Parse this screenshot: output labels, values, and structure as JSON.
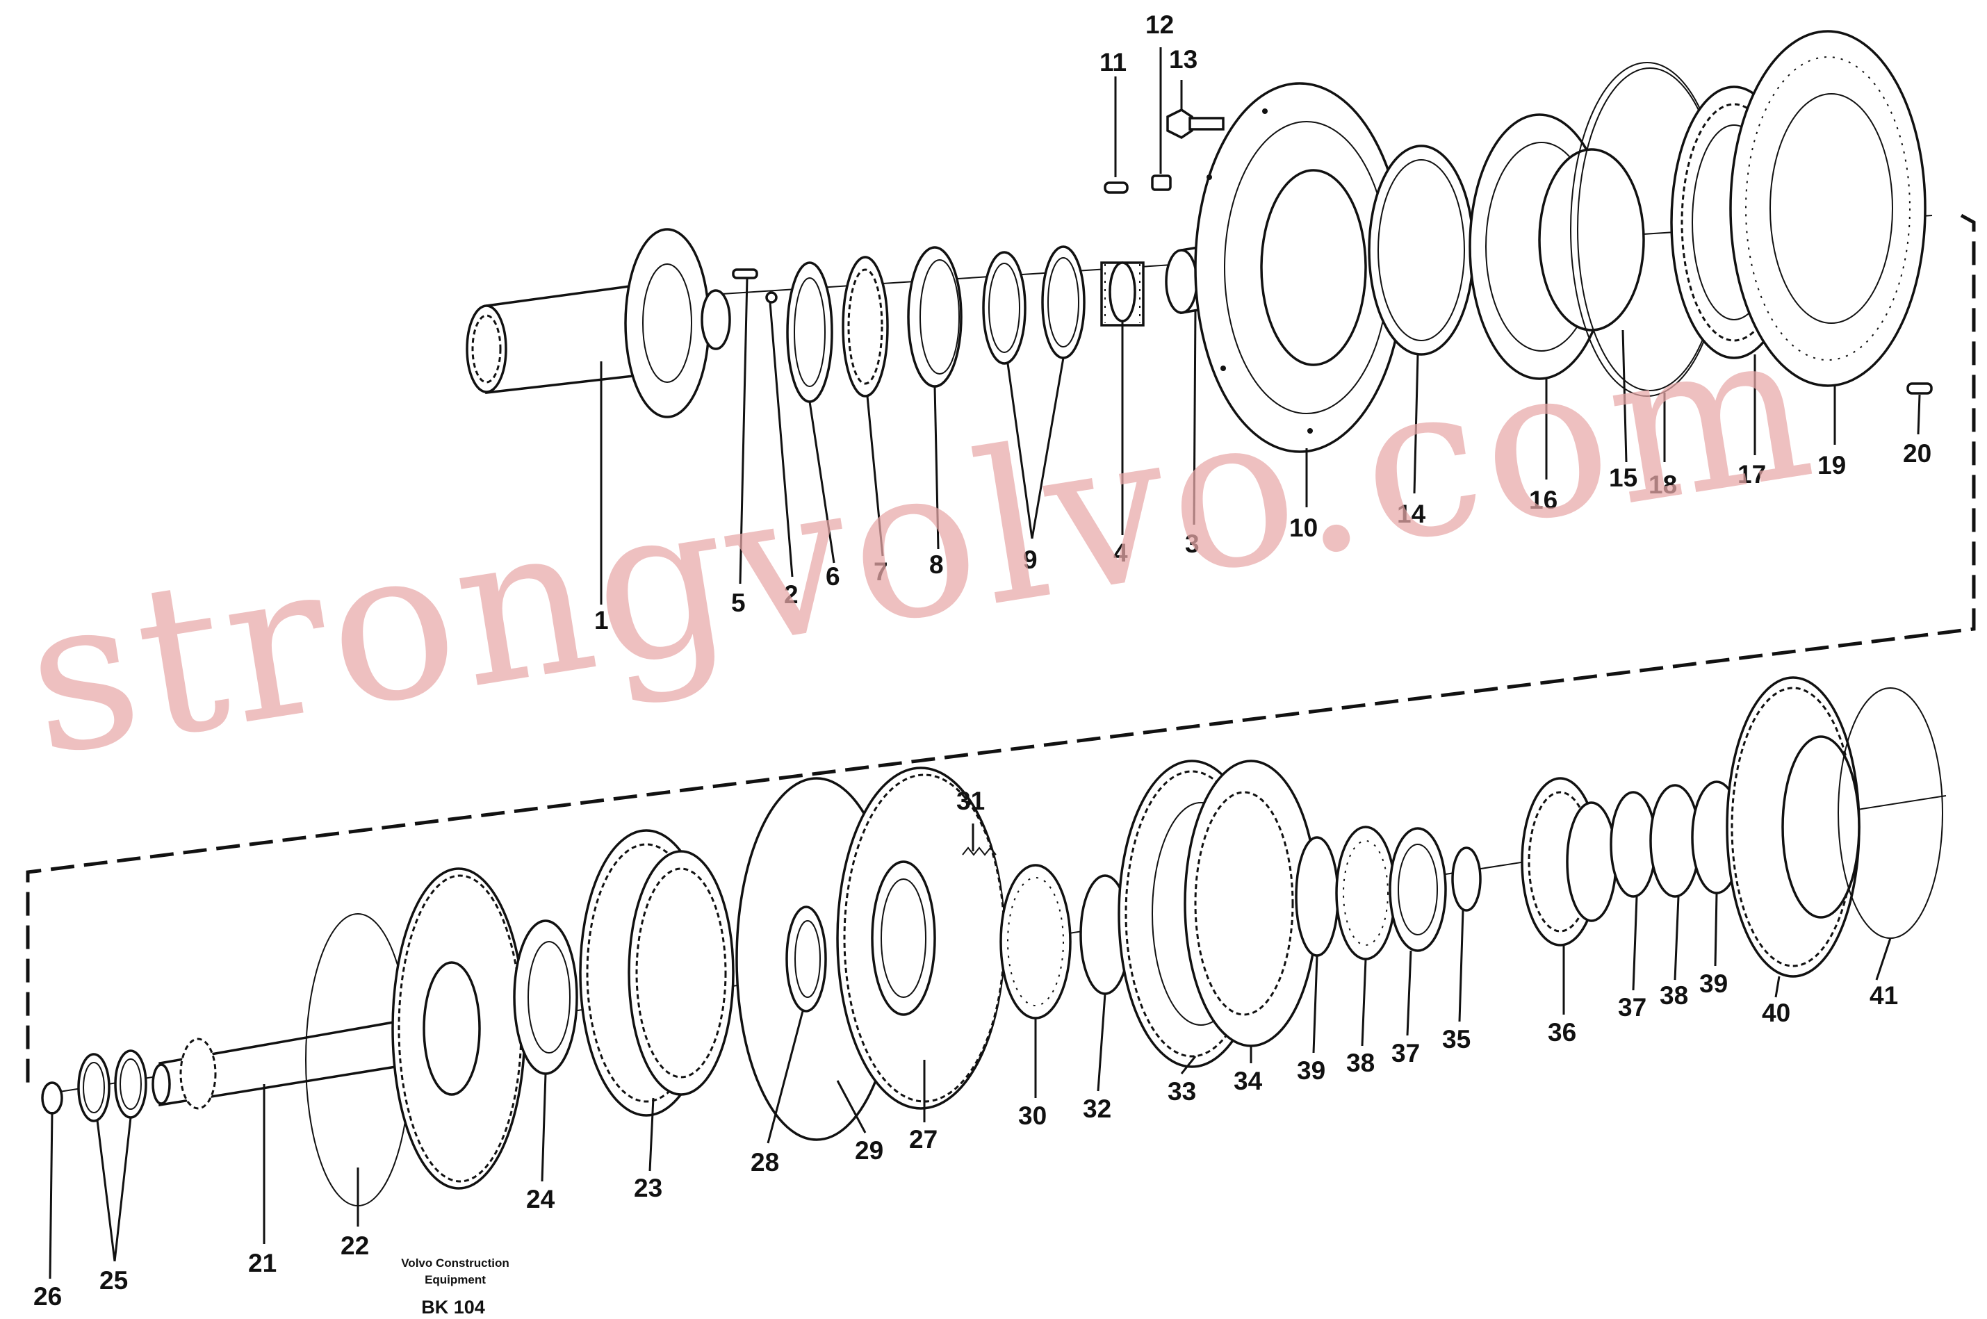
{
  "labels_top": [
    "1",
    "5",
    "2",
    "6",
    "7",
    "8",
    "9",
    "4",
    "3",
    "10",
    "11",
    "12",
    "13",
    "14",
    "16",
    "15",
    "18",
    "17",
    "19",
    "20"
  ],
  "labels_bottom": [
    "26",
    "25",
    "21",
    "22",
    "24",
    "23",
    "28",
    "29",
    "27",
    "31",
    "30",
    "32",
    "33",
    "34",
    "39",
    "38",
    "37",
    "35",
    "36",
    "37",
    "38",
    "39",
    "40",
    "41"
  ],
  "caption": {
    "line1": "Volvo Construction",
    "line2": "Equipment",
    "code": "BK 104"
  },
  "watermark": "strongvolvo.com"
}
